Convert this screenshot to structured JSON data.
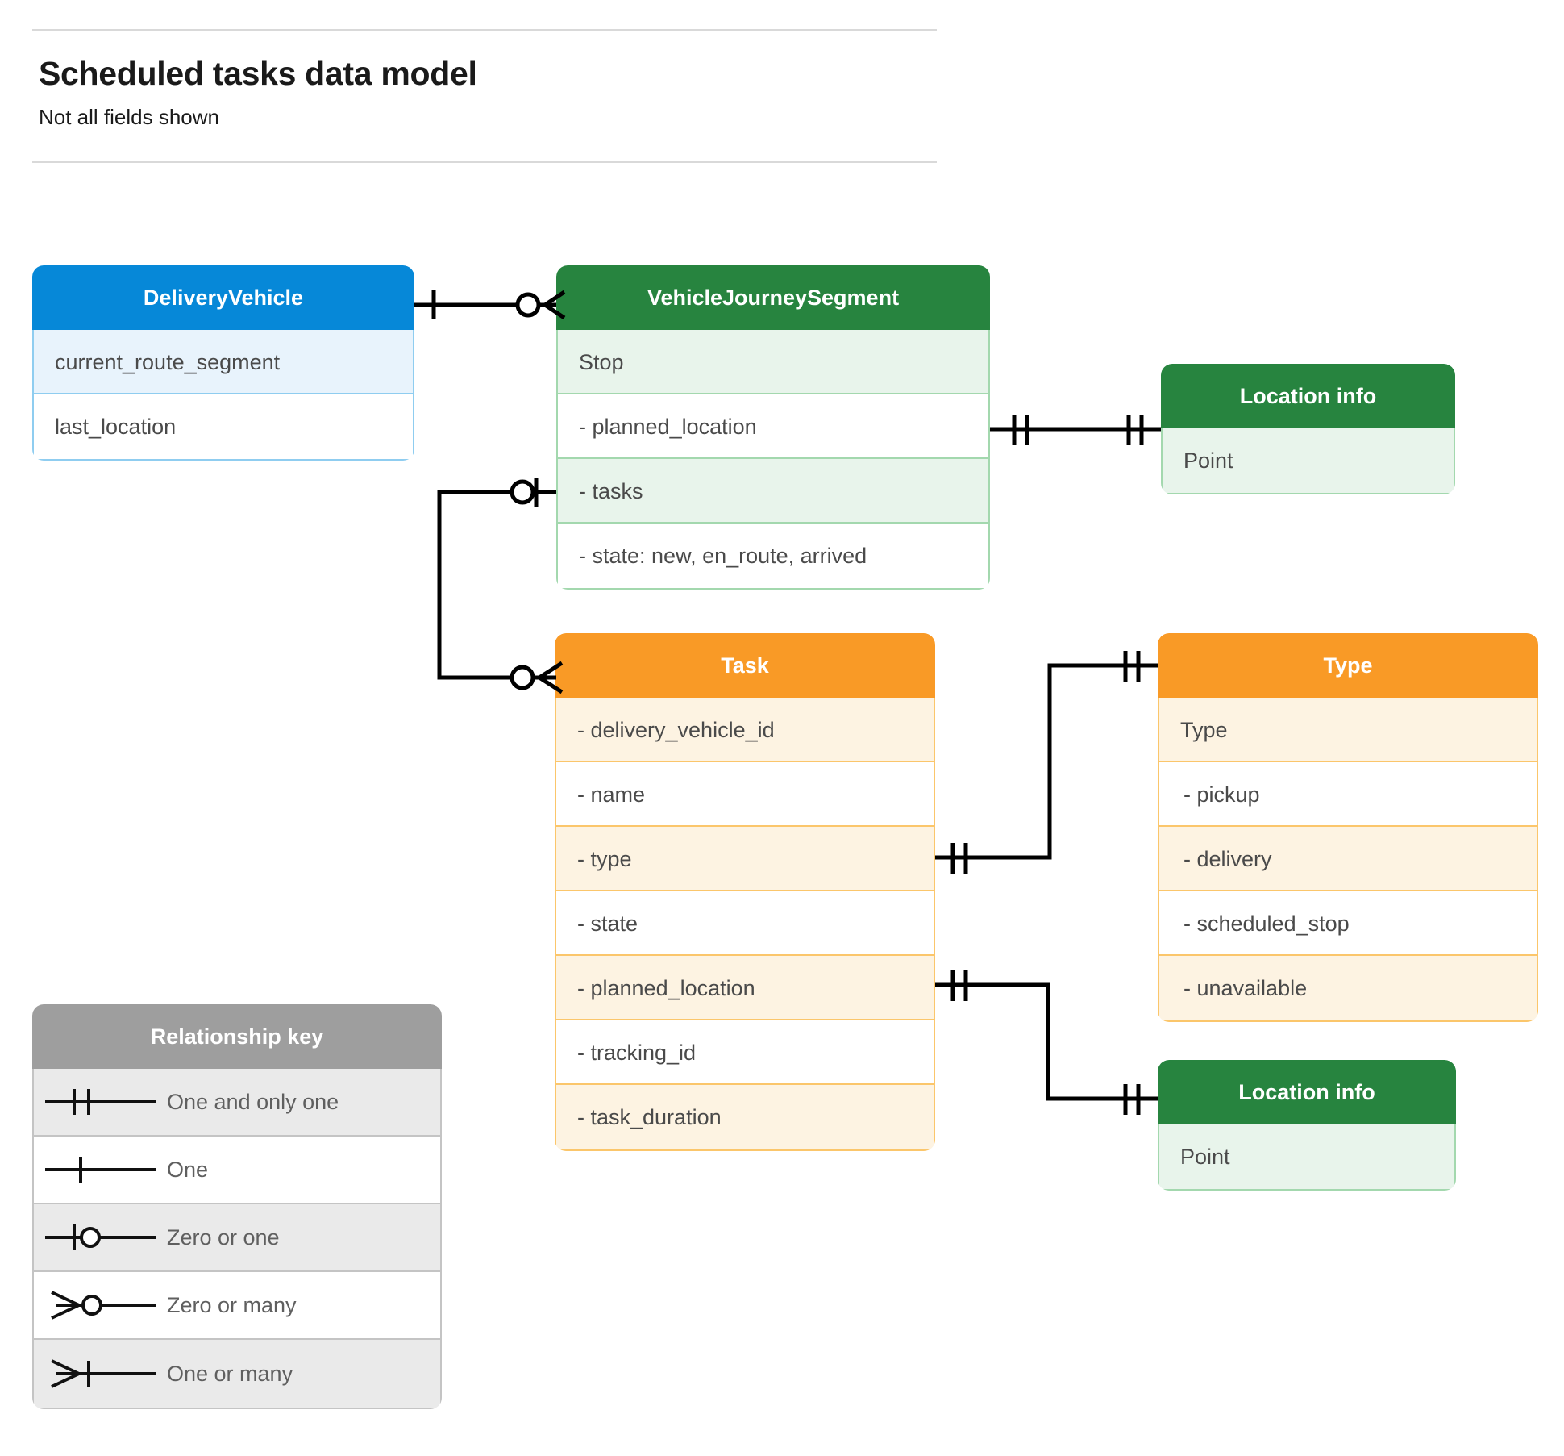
{
  "header": {
    "title": "Scheduled tasks data model",
    "subtitle": "Not all fields shown"
  },
  "colors": {
    "blue_header": "#0688d8",
    "blue_row": "#e8f3fc",
    "blue_border": "#8fcdf0",
    "green_header": "#27843f",
    "green_row": "#e8f4eb",
    "green_border": "#a3d8ae",
    "orange_header": "#f99a26",
    "orange_row": "#fdf3e2",
    "orange_border": "#fbc66b",
    "gray_header": "#9e9e9e",
    "gray_row": "#eaeaea",
    "gray_border": "#c4c4c4",
    "connector": "#000000",
    "text": "#4a4a4a"
  },
  "entities": {
    "delivery_vehicle": {
      "title": "DeliveryVehicle",
      "fields": [
        "current_route_segment",
        "last_location"
      ]
    },
    "vehicle_journey_segment": {
      "title": "VehicleJourneySegment",
      "fields": [
        "Stop",
        "-  planned_location",
        "- tasks",
        "- state: new, en_route, arrived"
      ]
    },
    "location_info_top": {
      "title": "Location info",
      "fields": [
        "Point"
      ]
    },
    "task": {
      "title": "Task",
      "fields": [
        "- delivery_vehicle_id",
        "- name",
        "- type",
        "- state",
        "- planned_location",
        "- tracking_id",
        "- task_duration"
      ]
    },
    "type": {
      "title": "Type",
      "fields": [
        "Type",
        "-   pickup",
        "-   delivery",
        "-   scheduled_stop",
        "-   unavailable"
      ]
    },
    "location_info_bottom": {
      "title": "Location info",
      "fields": [
        "Point"
      ]
    }
  },
  "legend": {
    "title": "Relationship key",
    "items": [
      {
        "symbol": "one-and-only-one",
        "label": "One and only one"
      },
      {
        "symbol": "one",
        "label": "One"
      },
      {
        "symbol": "zero-or-one",
        "label": "Zero or one"
      },
      {
        "symbol": "zero-or-many",
        "label": "Zero or many"
      },
      {
        "symbol": "one-or-many",
        "label": "One or many"
      }
    ]
  },
  "relationships": [
    {
      "from": "DeliveryVehicle",
      "from_cardinality": "one",
      "to": "VehicleJourneySegment",
      "to_cardinality": "zero-or-many"
    },
    {
      "from": "VehicleJourneySegment.planned_location",
      "from_cardinality": "one-and-only-one",
      "to": "Location info",
      "to_cardinality": "one-and-only-one"
    },
    {
      "from": "VehicleJourneySegment.tasks",
      "from_cardinality": "zero-or-one",
      "to": "Task",
      "to_cardinality": "zero-or-many"
    },
    {
      "from": "Task.type",
      "from_cardinality": "one-and-only-one",
      "to": "Type",
      "to_cardinality": "one-and-only-one"
    },
    {
      "from": "Task.planned_location",
      "from_cardinality": "one-and-only-one",
      "to": "Location info",
      "to_cardinality": "one-and-only-one"
    }
  ]
}
